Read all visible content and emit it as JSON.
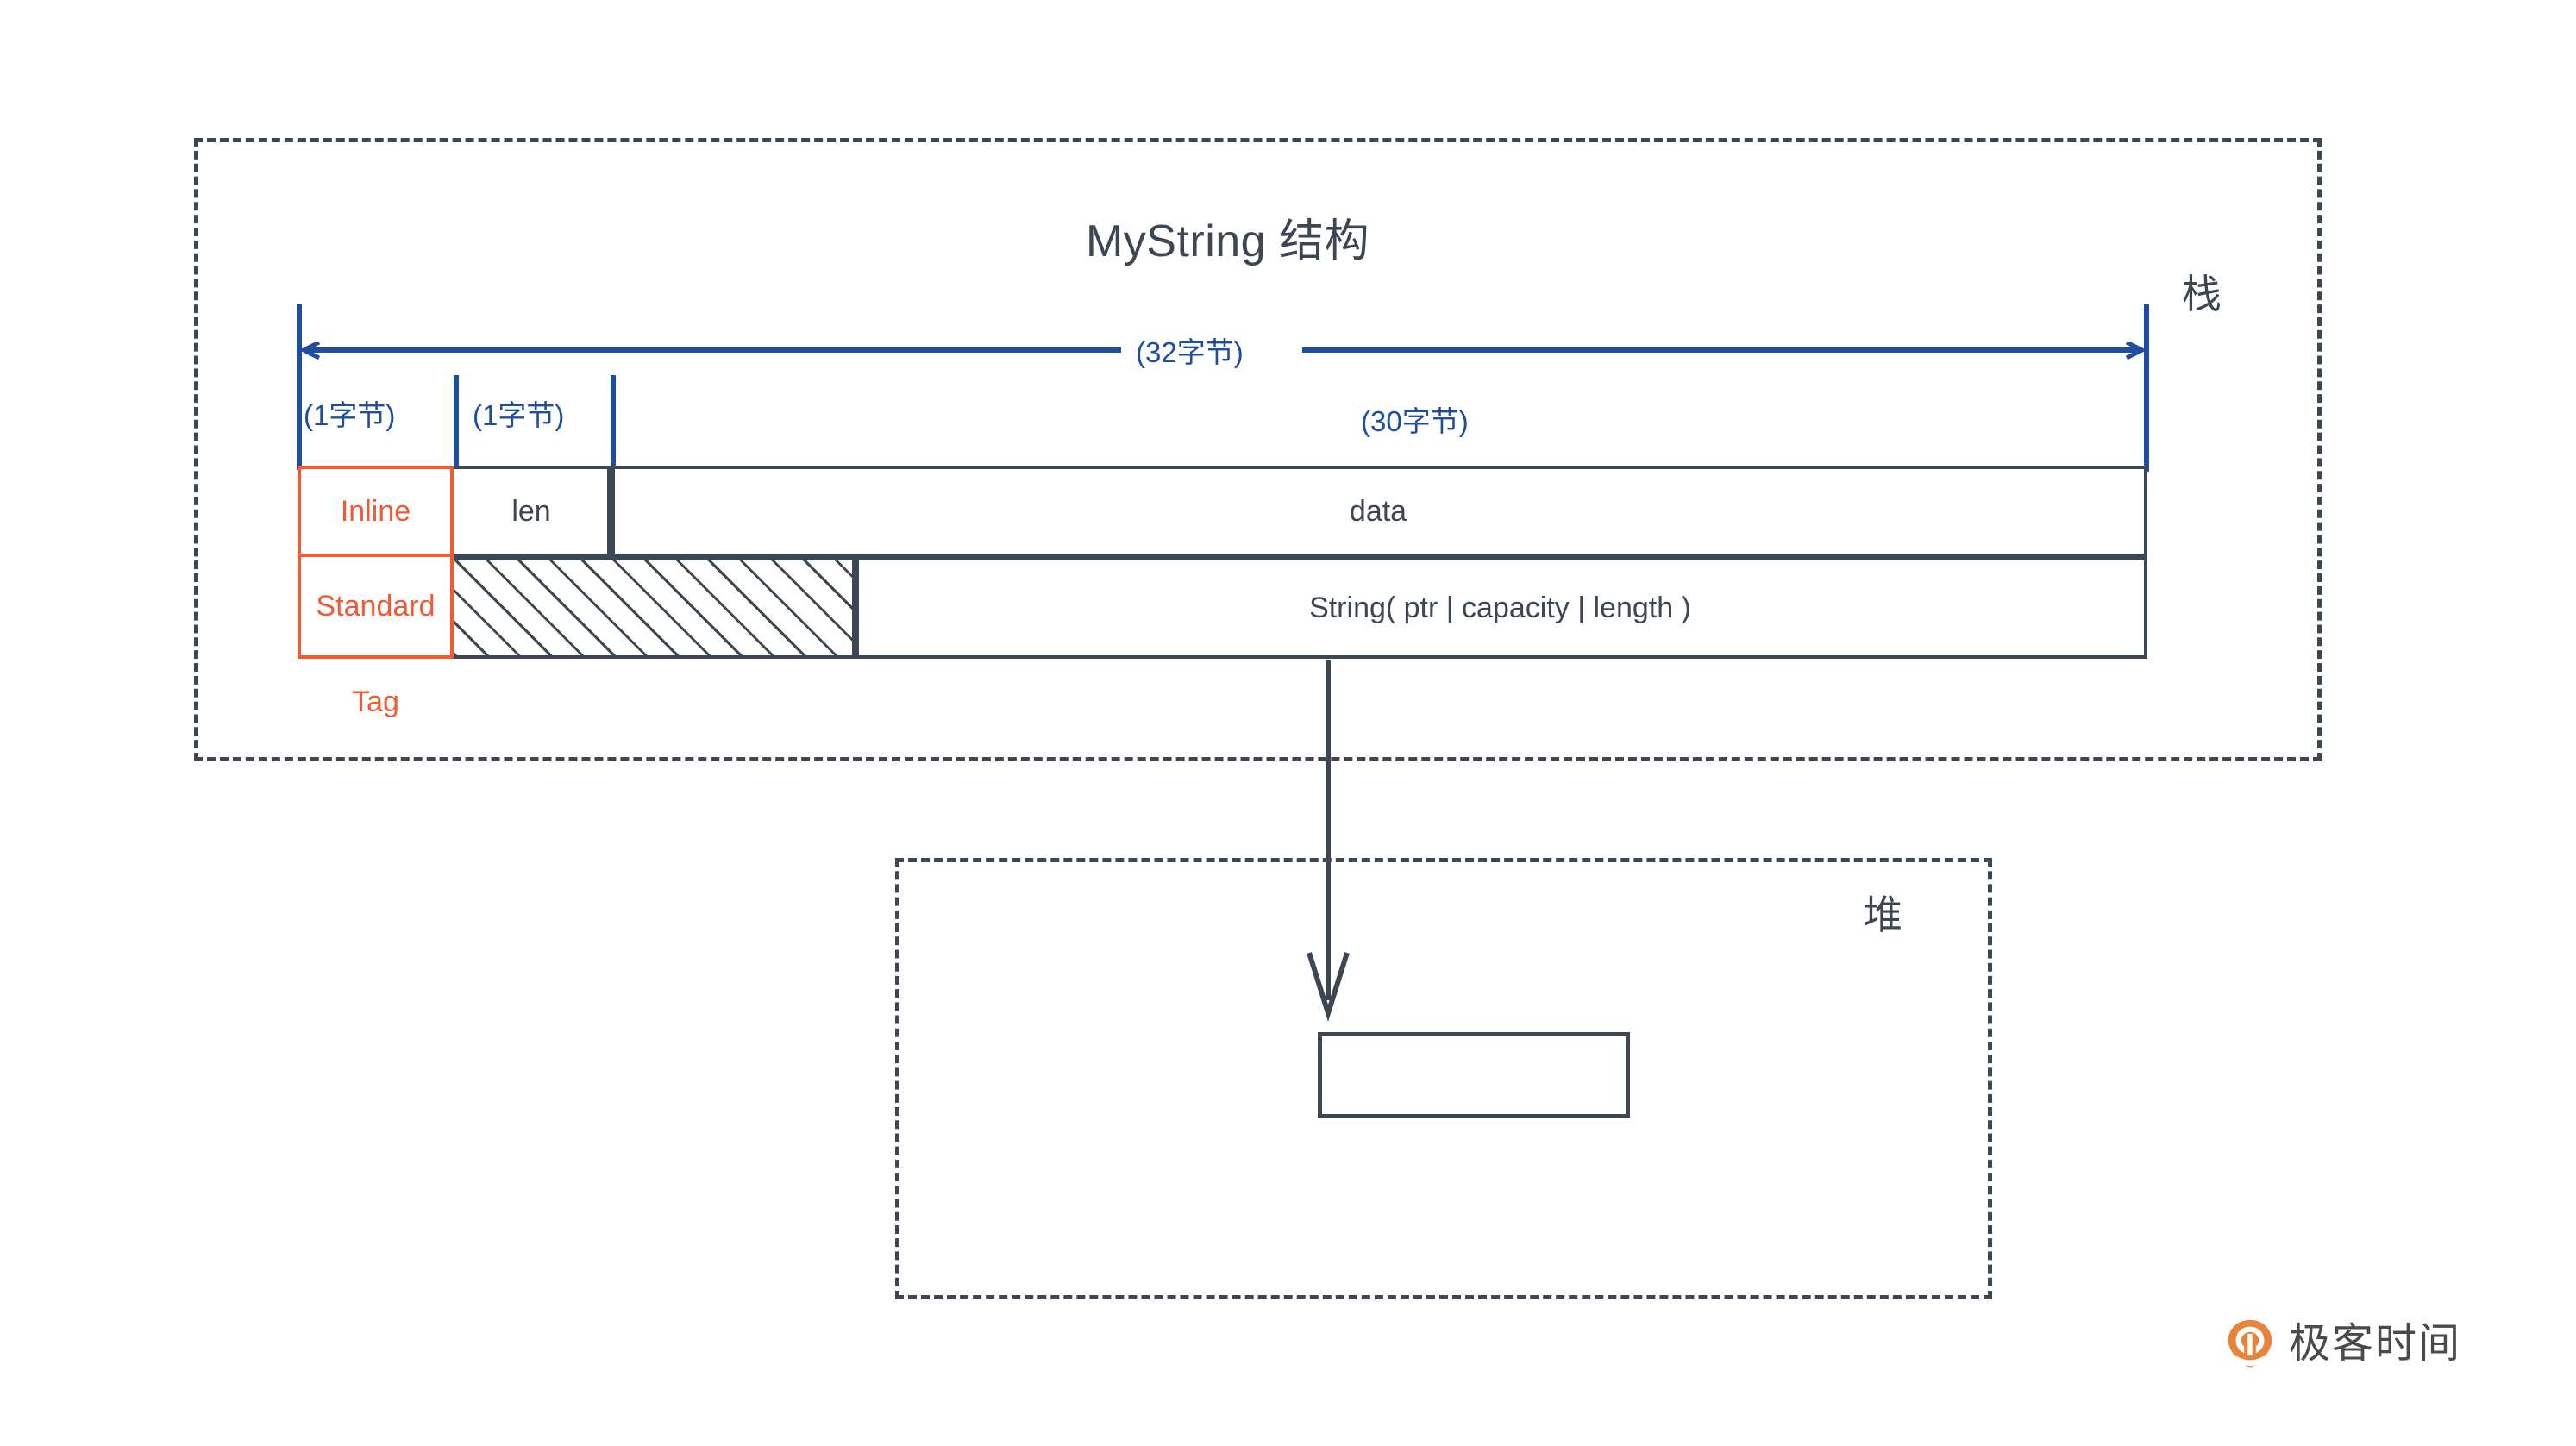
{
  "diagram": {
    "title": "MyString 结构",
    "regions": {
      "stack": {
        "label": "栈"
      },
      "heap": {
        "label": "堆"
      }
    },
    "measures": {
      "total": "(32字节)",
      "tag_byte": "(1字节)",
      "len_byte": "(1字节)",
      "data_bytes": "(30字节)"
    },
    "table": {
      "tag_column_caption": "Tag",
      "rows": [
        {
          "tag": "Inline",
          "cells": [
            {
              "name": "len",
              "text": "len"
            },
            {
              "name": "data",
              "text": "data"
            }
          ]
        },
        {
          "tag": "Standard",
          "cells": [
            {
              "name": "unused-hatched",
              "text": ""
            },
            {
              "name": "string-struct",
              "text": "String( ptr | capacity | length )"
            }
          ]
        }
      ]
    },
    "heap_block": {
      "text": ""
    },
    "colors": {
      "tag_accent": "#ef5b35",
      "measure_blue": "#1f4ea1",
      "stroke": "#3d4753",
      "logo_orange": "#e8833a"
    }
  },
  "watermark": {
    "brand": "极客时间"
  }
}
